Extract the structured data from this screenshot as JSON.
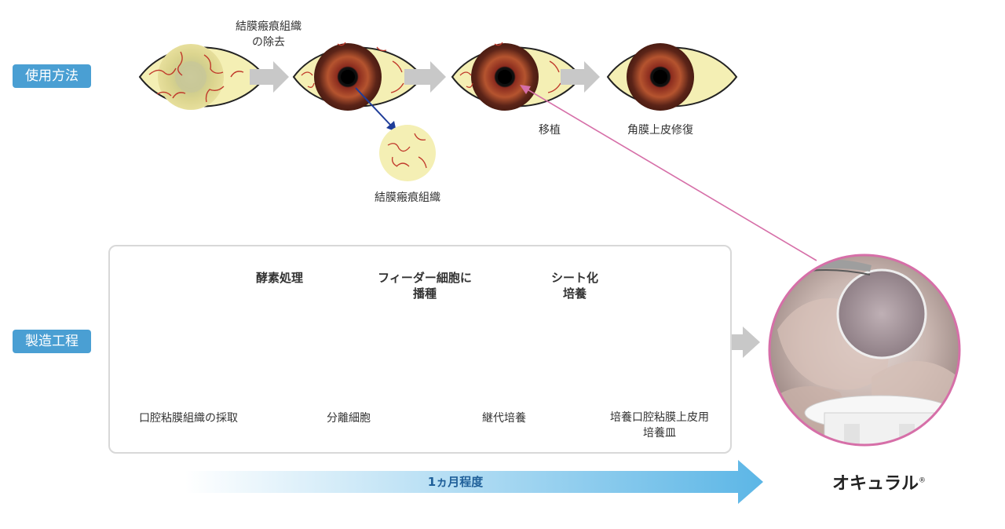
{
  "usage": {
    "label": "使用方法",
    "step1": "結膜瘢痕組織\nの除去",
    "tissue": "結膜瘢痕組織",
    "transplant": "移植",
    "repair": "角膜上皮修復"
  },
  "manufacturing": {
    "label": "製造工程",
    "enzyme": "酵素処理",
    "feeder": "フィーダー細胞に\n播種",
    "sheet": "シート化\n培養",
    "collect": "口腔粘膜組織の採取",
    "cells": "分離細胞",
    "passage": "継代培養",
    "dish": "培養口腔粘膜上皮用\n培養皿"
  },
  "duration": "1ヵ月程度",
  "product": {
    "name": "オキュラル",
    "mark": "®"
  },
  "colors": {
    "tag_bg": "#4a9fd3",
    "iris": "#6b2e1f",
    "sclera": "#f4efb4",
    "vessel": "#c0392b",
    "arrow_gray": "#c8c8c8",
    "blue_arrow": "#1f3d99",
    "pink_line": "#d66fa8"
  }
}
